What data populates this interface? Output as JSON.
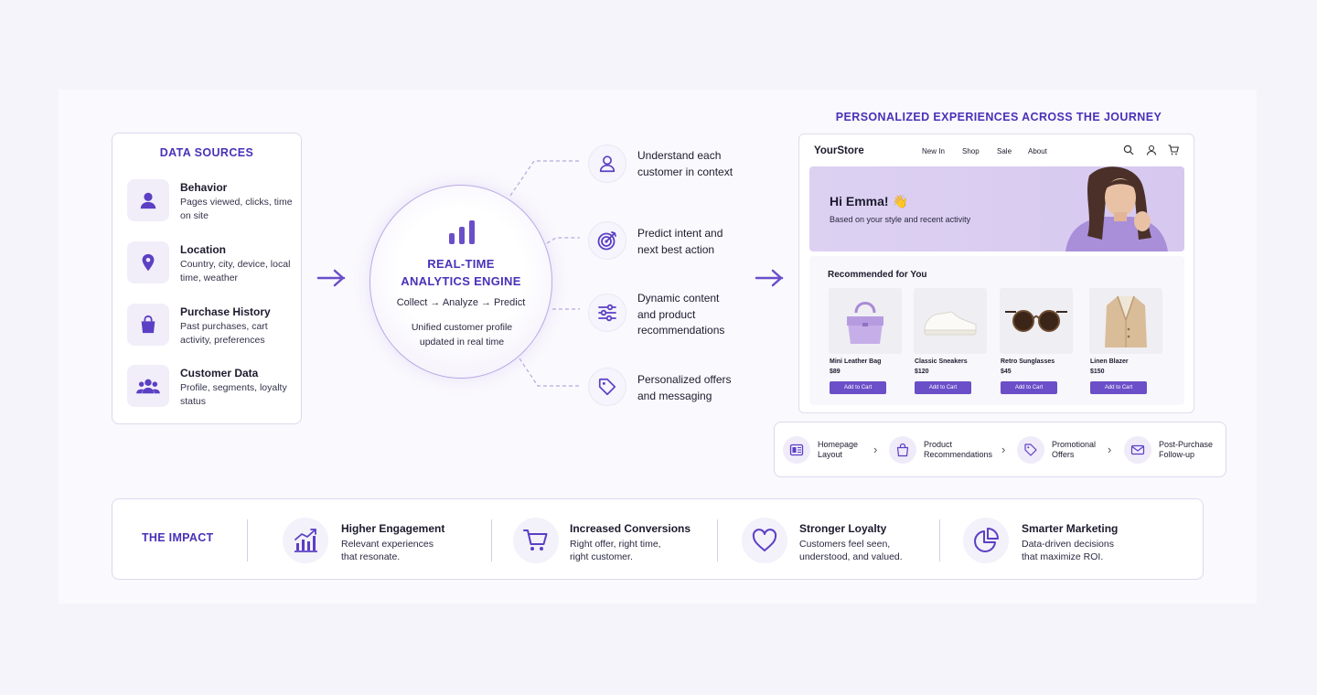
{
  "colors": {
    "accent": "#4a31b8",
    "button": "#6a4fc9",
    "hero": "#d6c8ef"
  },
  "data_sources": {
    "title": "DATA SOURCES",
    "items": [
      {
        "icon": "user-icon",
        "name": "Behavior",
        "desc": "Pages viewed, clicks, time on site"
      },
      {
        "icon": "location-pin-icon",
        "name": "Location",
        "desc": "Country, city, device, local time, weather"
      },
      {
        "icon": "shopping-bag-icon",
        "name": "Purchase History",
        "desc": "Past purchases, cart activity, preferences"
      },
      {
        "icon": "users-group-icon",
        "name": "Customer Data",
        "desc": "Profile, segments, loyalty status"
      }
    ]
  },
  "engine": {
    "title_line1": "REAL-TIME",
    "title_line2": "ANALYTICS ENGINE",
    "flow": "Collect → Analyze → Predict",
    "note": "Unified customer profile updated in real time"
  },
  "capabilities": [
    {
      "icon": "person-icon",
      "text_line1": "Understand each",
      "text_line2": "customer in context"
    },
    {
      "icon": "target-icon",
      "text_line1": "Predict intent and",
      "text_line2": "next best action"
    },
    {
      "icon": "sliders-icon",
      "text_line1": "Dynamic content",
      "text_line2": "and product",
      "text_line3": "recommendations"
    },
    {
      "icon": "tag-icon",
      "text_line1": "Personalized offers",
      "text_line2": "and messaging"
    }
  ],
  "personalized": {
    "title": "PERSONALIZED EXPERIENCES ACROSS THE JOURNEY",
    "store": {
      "logo": "YourStore",
      "nav": [
        "New In",
        "Shop",
        "Sale",
        "About"
      ],
      "greeting": "Hi Emma! 👋",
      "subtitle": "Based on your style and recent activity",
      "rec_title": "Recommended for You",
      "button_label": "Add to Cart",
      "products": [
        {
          "name": "Mini Leather Bag",
          "price": "$89"
        },
        {
          "name": "Classic Sneakers",
          "price": "$120"
        },
        {
          "name": "Retro Sunglasses",
          "price": "$45"
        },
        {
          "name": "Linen Blazer",
          "price": "$150"
        }
      ]
    },
    "journey": [
      {
        "icon": "layout-icon",
        "line1": "Homepage",
        "line2": "Layout"
      },
      {
        "icon": "bag-icon",
        "line1": "Product",
        "line2": "Recommendations"
      },
      {
        "icon": "tag-icon",
        "line1": "Promotional",
        "line2": "Offers"
      },
      {
        "icon": "mail-icon",
        "line1": "Post-Purchase",
        "line2": "Follow-up"
      }
    ]
  },
  "impact": {
    "title": "THE IMPACT",
    "items": [
      {
        "icon": "growth-chart-icon",
        "name": "Higher Engagement",
        "desc_line1": "Relevant experiences",
        "desc_line2": "that resonate."
      },
      {
        "icon": "cart-icon",
        "name": "Increased Conversions",
        "desc_line1": "Right offer, right time,",
        "desc_line2": "right customer."
      },
      {
        "icon": "heart-icon",
        "name": "Stronger Loyalty",
        "desc_line1": "Customers feel seen,",
        "desc_line2": "understood, and valued."
      },
      {
        "icon": "pie-chart-icon",
        "name": "Smarter Marketing",
        "desc_line1": "Data-driven decisions",
        "desc_line2": "that maximize ROI."
      }
    ]
  }
}
